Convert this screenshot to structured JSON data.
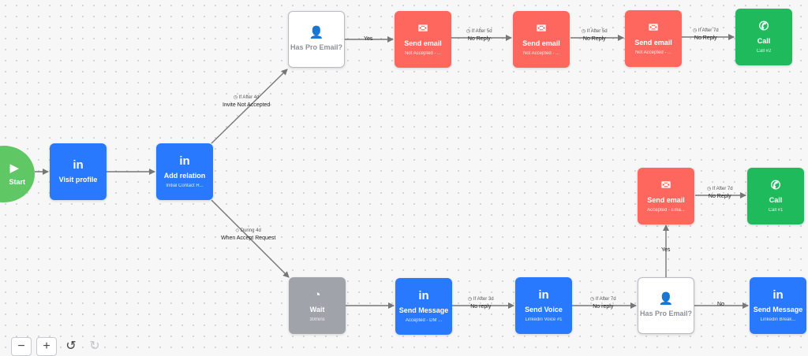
{
  "start": {
    "label": "Start",
    "icon": "play-icon"
  },
  "visit_profile": {
    "title": "Visit profile",
    "icon": "in"
  },
  "add_relation": {
    "title": "Add relation",
    "sub": "Initial Contact R...",
    "icon": "in"
  },
  "has_pro_email_top": {
    "title": "Has Pro Email?"
  },
  "email1": {
    "title": "Send email",
    "sub": "Not Accepted - ..."
  },
  "email2": {
    "title": "Send email",
    "sub": "Not Accepted - ..."
  },
  "email3": {
    "title": "Send email",
    "sub": "Not Accepted - ..."
  },
  "call2": {
    "title": "Call",
    "sub": "Call #2"
  },
  "wait": {
    "title": "Wait",
    "sub": "30mins"
  },
  "send_message": {
    "title": "Send Message",
    "sub": "Accepted - DM ...",
    "icon": "in"
  },
  "send_voice": {
    "title": "Send Voice",
    "sub": "Linkedin Voice #1",
    "icon": "in"
  },
  "has_pro_email_bottom": {
    "title": "Has Pro Email?"
  },
  "email_accepted": {
    "title": "Send email",
    "sub": "Accepted - Ema..."
  },
  "call1": {
    "title": "Call",
    "sub": "Call #1"
  },
  "send_message_breakup": {
    "title": "Send Message",
    "sub": "Linkedin Break...",
    "icon": "in"
  },
  "edges": {
    "invite_not_accepted": {
      "cond": "If After 4d",
      "label": "Invite Not Accepted"
    },
    "when_accept": {
      "cond": "During 4d",
      "label": "When Accept Request"
    },
    "yes_top": {
      "label": "Yes"
    },
    "e1_e2": {
      "cond": "If After 5d",
      "label": "No Reply"
    },
    "e2_e3": {
      "cond": "If After 5d",
      "label": "No Reply"
    },
    "e3_call": {
      "cond": "If After 7d",
      "label": "No Reply"
    },
    "msg_voice": {
      "cond": "If After 3d",
      "label": "No reply"
    },
    "voice_email": {
      "cond": "If After 7d",
      "label": "No reply"
    },
    "yes_bottom": {
      "label": "Yes"
    },
    "no_bottom": {
      "label": "No"
    },
    "acc_email_call": {
      "cond": "If After 7d",
      "label": "No Reply"
    }
  },
  "controls": {
    "zoom_out": "−",
    "zoom_in": "+",
    "undo": "↺",
    "redo": "↻"
  }
}
